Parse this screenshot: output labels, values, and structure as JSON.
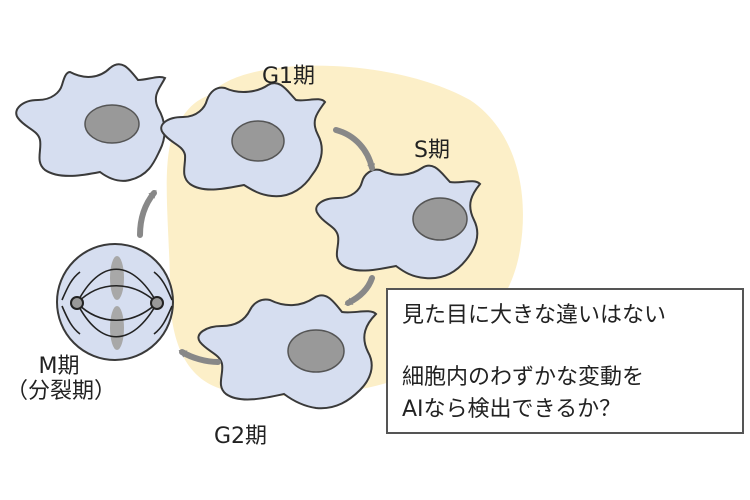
{
  "stages": {
    "g1": "G1期",
    "s": "S期",
    "g2": "G2期",
    "m_line1": "M期",
    "m_line2": "（分裂期）"
  },
  "note": {
    "line1": "見た目に大きな違いはない",
    "line2": "細胞内のわずかな変動を",
    "line3": "AIなら検出できるか？"
  },
  "colors": {
    "background_blob": "#fcefc8",
    "cell_fill": "#d6def0",
    "cell_outline": "#3a3a3a",
    "nucleus": "#999999",
    "arrow": "#888888"
  }
}
